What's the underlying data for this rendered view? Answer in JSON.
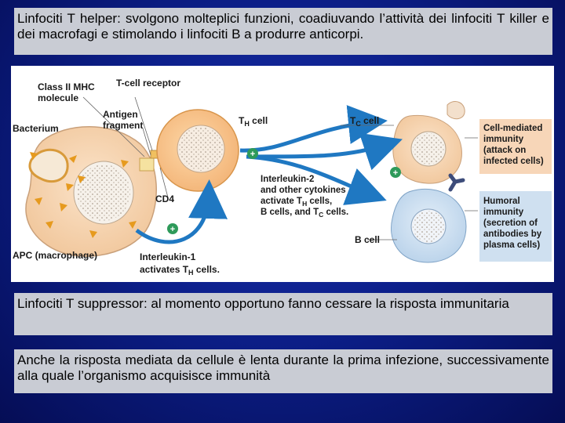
{
  "slide": {
    "top_text": "Linfociti T helper: svolgono molteplici funzioni, coadiuvando l’attività dei linfociti T killer e dei macrofagi e stimolando i linfociti B a produrre anticorpi.",
    "middle_text": "Linfociti T suppressor: al momento opportuno fanno cessare la risposta immunitaria",
    "bottom_text": "Anche la risposta mediata da cellule è lenta durante la prima infezione, successivamente alla quale l’organismo acquisisce immunità"
  },
  "diagram": {
    "class2_l1": "Class II MHC",
    "class2_l2": "molecule",
    "tcr": "T-cell receptor",
    "antigen_l1": "Antigen",
    "antigen_l2": "fragment",
    "bacterium": "Bacterium",
    "cd4": "CD4",
    "th_cell": "T",
    "th_sub": "H",
    "th_suffix": " cell",
    "tc_cell": "T",
    "tc_sub": "C",
    "tc_suffix": " cell",
    "b_cell": "B cell",
    "apc": "APC (macrophage)",
    "il2_l1": "Interleukin-2",
    "il2_l2": "and other cytokines",
    "il2_l3a": "activate T",
    "il2_l3sub": "H",
    "il2_l3b": " cells,",
    "il2_l4a": "B cells, and T",
    "il2_l4sub": "C",
    "il2_l4b": " cells.",
    "il1_l1": "Interleukin-1",
    "il1_l2a": "activates T",
    "il1_l2sub": "H",
    "il1_l2b": " cells.",
    "cm_l1": "Cell-mediated",
    "cm_l2": "immunity",
    "cm_l3": "(attack on",
    "cm_l4": "infected cells)",
    "hu_l1": "Humoral",
    "hu_l2": "immunity",
    "hu_l3": "(secretion of",
    "hu_l4": "antibodies by",
    "hu_l5": "plasma cells)",
    "plus": "+"
  }
}
